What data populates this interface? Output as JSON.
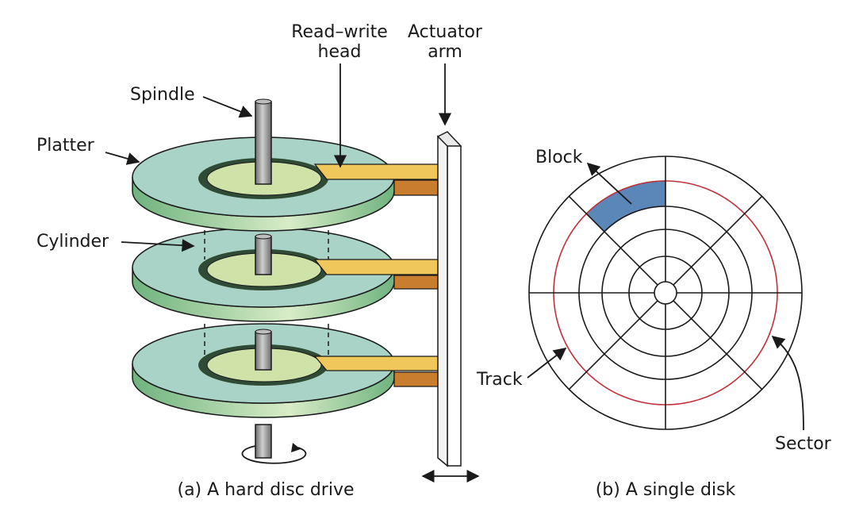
{
  "drive": {
    "labels": {
      "read_write_head_line1": "Read–write",
      "read_write_head_line2": "head",
      "actuator_arm_line1": "Actuator",
      "actuator_arm_line2": "arm",
      "spindle": "Spindle",
      "platter": "Platter",
      "cylinder": "Cylinder"
    },
    "caption": "(a) A hard disc drive"
  },
  "disk": {
    "labels": {
      "block": "Block",
      "track": "Track",
      "sector": "Sector"
    },
    "caption": "(b) A single disk"
  },
  "colors": {
    "platter_top": "#a9d3c6",
    "platter_edge": "#7fc08f",
    "hub": "#cfe3a8",
    "hub_ring": "#2f4a35",
    "spindle": "#8a8a8a",
    "head_arm": "#f0c75a",
    "head_arm_lower": "#c97d2e",
    "block_fill": "#5a87b8",
    "track_highlight": "#c0303a"
  },
  "icons": {
    "rotation": "rotation-arrow-icon",
    "movement": "double-arrow-icon"
  }
}
